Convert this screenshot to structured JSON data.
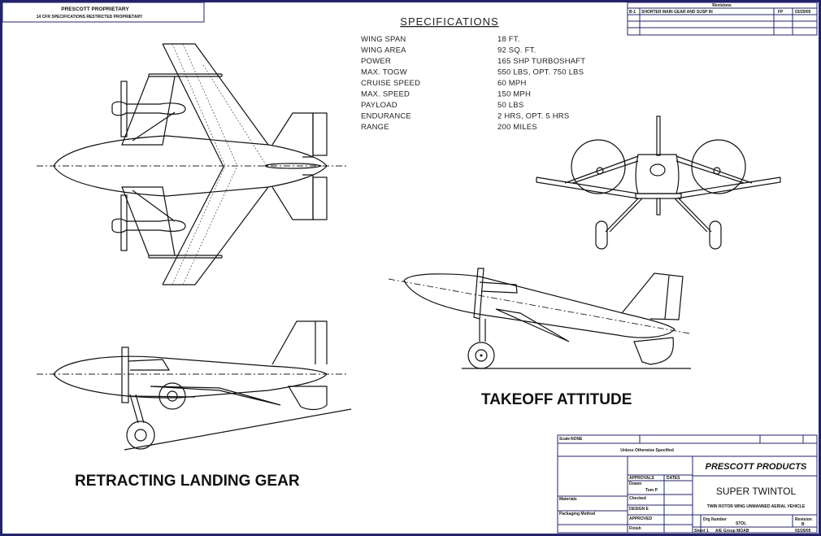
{
  "header_box": {
    "title": "PRESCOTT PROPRIETARY",
    "subtitle": "14 CFR SPECIFICATIONS RESTRICTED PROPRIETARY"
  },
  "revisions": {
    "heading": "Revisions",
    "rows": [
      {
        "rev": "B-1",
        "description": "SHORTER MAIN GEAR AND SUSP IN",
        "by": "FP",
        "date": "03/29/05"
      }
    ]
  },
  "specifications": {
    "title": "SPECIFICATIONS",
    "rows": [
      {
        "label": "WING SPAN",
        "value": "18 FT."
      },
      {
        "label": "WING AREA",
        "value": "92 SQ. FT."
      },
      {
        "label": "POWER",
        "value": "165 SHP TURBOSHAFT"
      },
      {
        "label": "MAX. TOGW",
        "value": "550 LBS, OPT. 750 LBS"
      },
      {
        "label": "CRUISE SPEED",
        "value": "60 MPH"
      },
      {
        "label": "MAX. SPEED",
        "value": "150 MPH"
      },
      {
        "label": "PAYLOAD",
        "value": "50 LBS"
      },
      {
        "label": "ENDURANCE",
        "value": "2 HRS, OPT. 5 HRS"
      },
      {
        "label": "RANGE",
        "value": "200 MILES"
      }
    ]
  },
  "captions": {
    "takeoff": "TAKEOFF ATTITUDE",
    "retracting": "RETRACTING LANDING GEAR"
  },
  "title_block": {
    "scale_label": "Scale",
    "scale_value": "NONE",
    "release_note": "Unless Otherwise Specified",
    "approvals": "APPROVALS",
    "dates": "DATES",
    "drawn": "Drawn",
    "drawn_by": "Tom P",
    "checked": "Checked",
    "design_eng": "DESIGN E",
    "approved": "APPROVED",
    "materials": "Materials",
    "finish": "Finish",
    "packaging": "Packaging Method",
    "company": "PRESCOTT PRODUCTS",
    "drawing_title": "SUPER TWINTOL",
    "drawing_subtitle": "TWIN ROTOR WING UNMANNED AERIAL VEHICLE",
    "dwg_no_label": "Drg Number",
    "dwg_no": "STOL",
    "rev_label": "Revision",
    "rev_value": "B",
    "sheet_label": "Sheet 1",
    "size_label": "A/E Group MOAB",
    "date_label": "03/29/05"
  }
}
